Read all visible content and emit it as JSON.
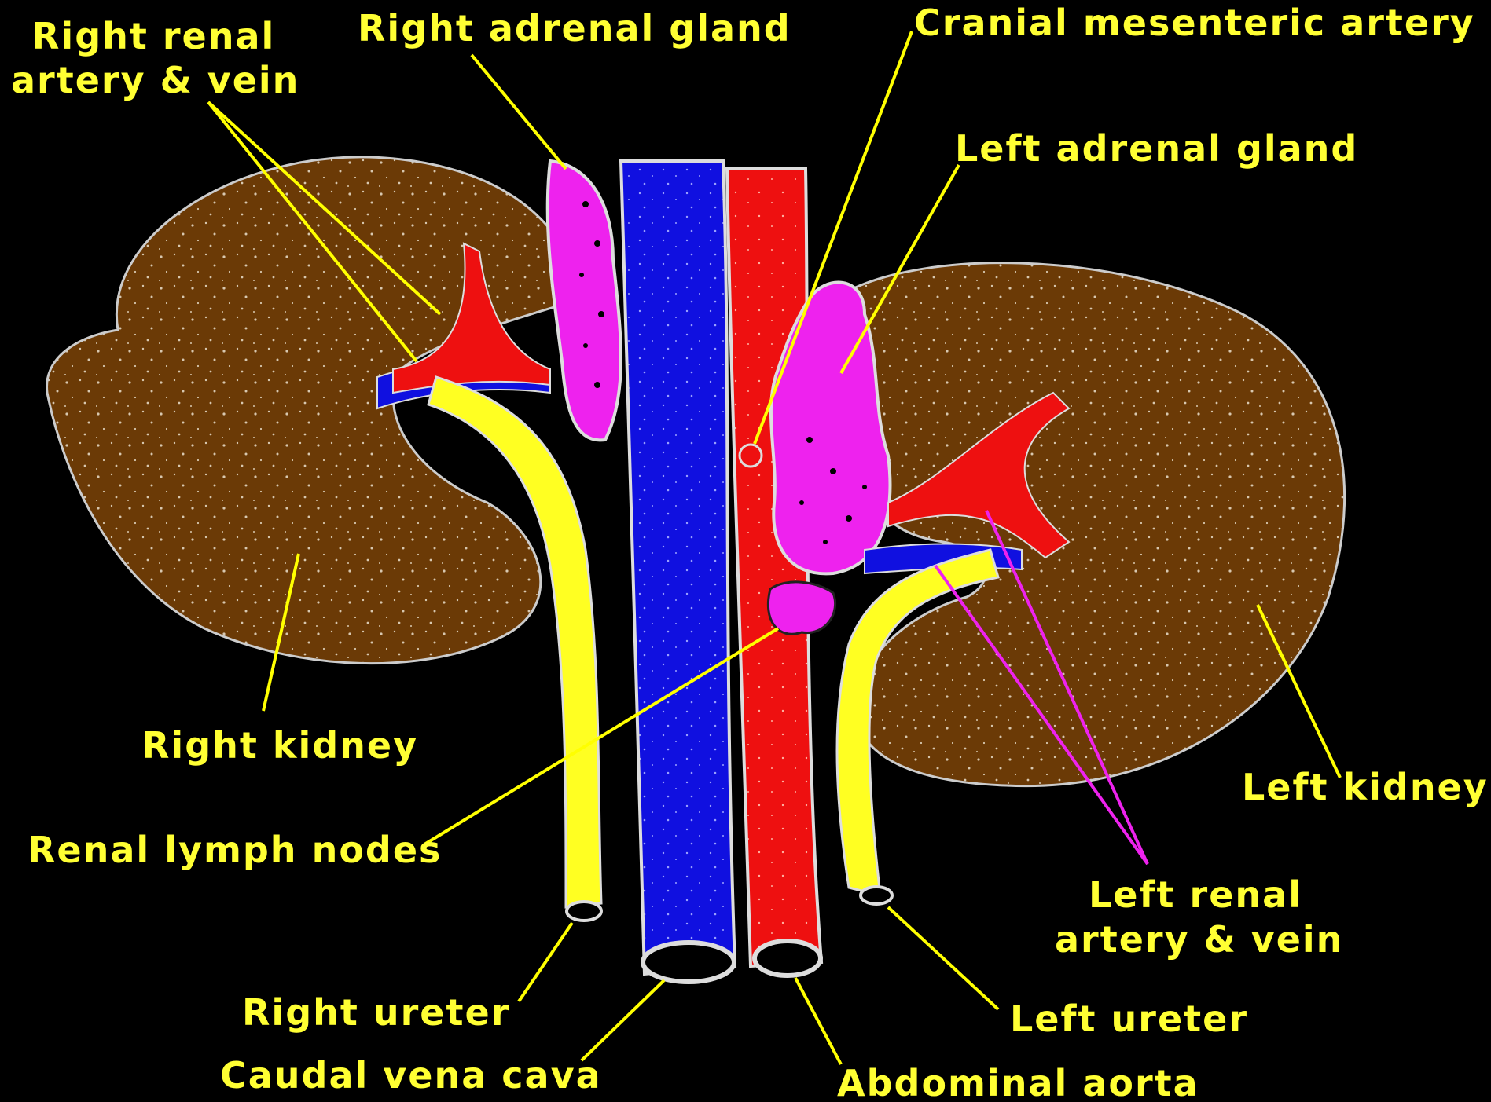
{
  "colors": {
    "background": "#000000",
    "kidney": "#6b3a06",
    "vein": "#1010e0",
    "artery": "#ee1010",
    "adrenal": "#ee22ee",
    "ureter": "#ffff22",
    "label": "#ffff33",
    "pointer_yellow": "#ffff00",
    "pointer_magenta": "#ee22ee"
  },
  "labels": {
    "right_renal_av": [
      "Right renal",
      "artery & vein"
    ],
    "right_adrenal": "Right adrenal gland",
    "cranial_mesenteric": "Cranial mesenteric  artery",
    "left_adrenal": "Left adrenal gland",
    "right_kidney": "Right kidney",
    "left_kidney": "Left kidney",
    "renal_lymph": "Renal lymph nodes",
    "left_renal_av": [
      "Left renal",
      "artery & vein"
    ],
    "right_ureter": "Right ureter",
    "left_ureter": "Left ureter",
    "caudal_vena_cava": "Caudal vena cava",
    "abdominal_aorta": "Abdominal aorta"
  }
}
